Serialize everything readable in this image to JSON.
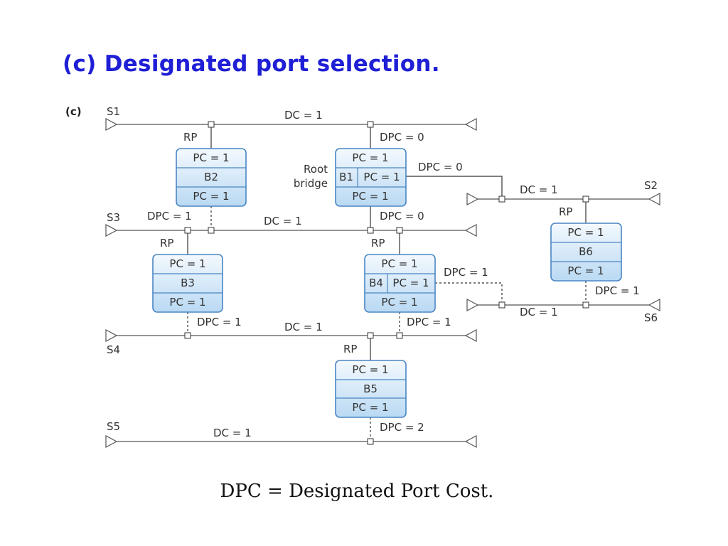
{
  "title": "(c) Designated port selection.",
  "figure_label": "(c)",
  "caption": "DPC = Designated Port Cost.",
  "colors": {
    "title": "#1f1fd6",
    "bridge_fill_top": "#f4f9fe",
    "bridge_fill_bottom": "#b9d9f3",
    "bridge_border": "#4a86c4",
    "line": "#555555"
  },
  "segments": [
    {
      "id": "S1",
      "label": "S1",
      "dc": "DC = 1"
    },
    {
      "id": "S2",
      "label": "S2",
      "dc": "DC = 1"
    },
    {
      "id": "S3",
      "label": "S3",
      "dc": "DC = 1"
    },
    {
      "id": "S4",
      "label": "S4",
      "dc": "DC = 1"
    },
    {
      "id": "S5",
      "label": "S5",
      "dc": "DC = 1"
    },
    {
      "id": "S6",
      "label": "S6",
      "dc": "DC = 1"
    }
  ],
  "bridges": [
    {
      "id": "B1",
      "name": "B1",
      "rows": [
        "PC = 1",
        "PC = 1",
        "PC = 1"
      ],
      "note_lines": [
        "Root",
        "bridge"
      ]
    },
    {
      "id": "B2",
      "name": "B2",
      "rows": [
        "PC = 1",
        "PC = 1"
      ]
    },
    {
      "id": "B3",
      "name": "B3",
      "rows": [
        "PC = 1",
        "PC = 1"
      ]
    },
    {
      "id": "B4",
      "name": "B4",
      "rows": [
        "PC = 1",
        "PC = 1",
        "PC = 1"
      ]
    },
    {
      "id": "B5",
      "name": "B5",
      "rows": [
        "PC = 1",
        "PC = 1"
      ]
    },
    {
      "id": "B6",
      "name": "B6",
      "rows": [
        "PC = 1",
        "PC = 1"
      ]
    }
  ],
  "port_labels": {
    "b2_rp": "RP",
    "b1_dpc_s1": "DPC = 0",
    "b1_dpc_s2": "DPC = 0",
    "b1_dpc_s3": "DPC = 0",
    "b2_dpc_s3": "DPC = 1",
    "b3_rp": "RP",
    "b4_rp": "RP",
    "b6_rp": "RP",
    "b4_dpc_s6": "DPC = 1",
    "b6_dpc_s6": "DPC = 1",
    "b3_dpc_s4": "DPC = 1",
    "b4_dpc_s4": "DPC = 1",
    "b5_rp": "RP",
    "b5_dpc_s5": "DPC = 2"
  }
}
